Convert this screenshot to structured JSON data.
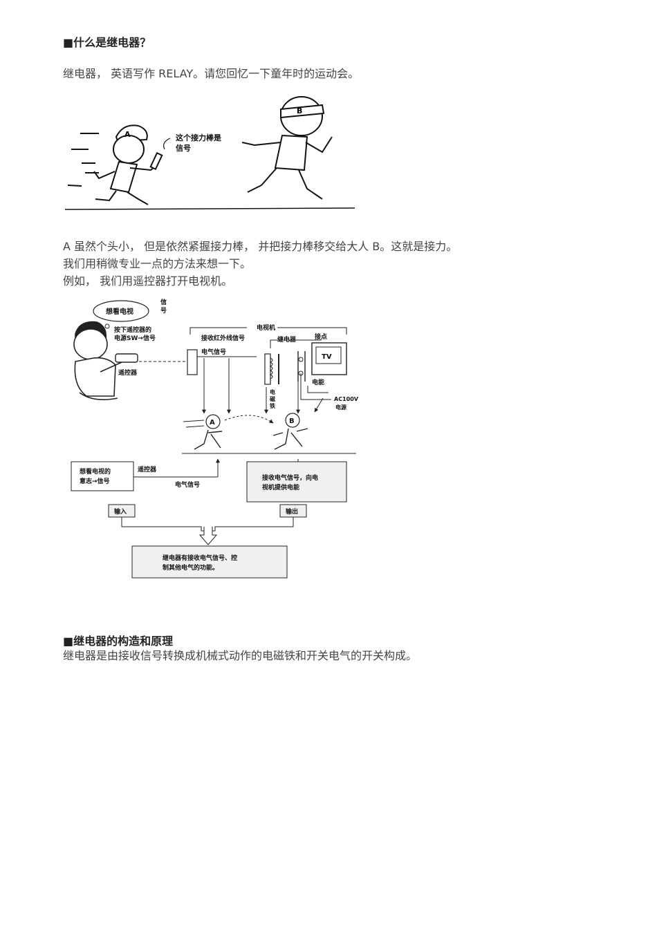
{
  "section1": {
    "heading": "■什么是继电器？",
    "intro": "继电器，  英语写作 RELAY。请您回忆一下童年时的运动会。"
  },
  "figure1": {
    "runner_a_letter": "A",
    "runner_b_letter": "B",
    "callout_line1": "这个接力棒是",
    "callout_line2": "信号"
  },
  "section1_body": {
    "line1": "A 虽然个头小，  但是依然紧握接力棒，  并把接力棒移交给大人 B。这就是接力。",
    "line2": "我们用稍微专业一点的方法来想一下。",
    "line3": "例如，  我们用遥控器打开电视机。"
  },
  "figure2": {
    "thought_bubble": "想看电视",
    "signal_vertical": [
      "信",
      "号"
    ],
    "press_line1": "按下遥控器的",
    "press_line2": "电源SW→信号",
    "remote_label": "遥控器",
    "tv_group_label": "电视机",
    "receive_ir_label": "接收红外线信号",
    "elec_signal_label": "电气信号",
    "relay_label": "继电器",
    "contact_label": "接点",
    "tv_text": "TV",
    "electromagnet_vertical": [
      "电",
      "磁",
      "铁"
    ],
    "power_label": "电能",
    "ac_label": "AC100V",
    "supply_label": "电源",
    "runner_a": "A",
    "runner_b": "B",
    "box_left_line1": "想看电视的",
    "box_left_line2": "意志→信号",
    "remote_flow_label": "遥控器",
    "elec_flow_label": "电气信号",
    "box_right_line1": "接收电气信号，向电",
    "box_right_line2": "视机提供电能",
    "input_label": "输入",
    "output_label": "输出",
    "summary_line1": "继电器有接收电气信号、控",
    "summary_line2": "制其他电气的功能。"
  },
  "section2": {
    "heading": "■继电器的构造和原理",
    "body": "继电器是由接收信号转换成机械式动作的电磁铁和开关电气的开关构成。"
  }
}
